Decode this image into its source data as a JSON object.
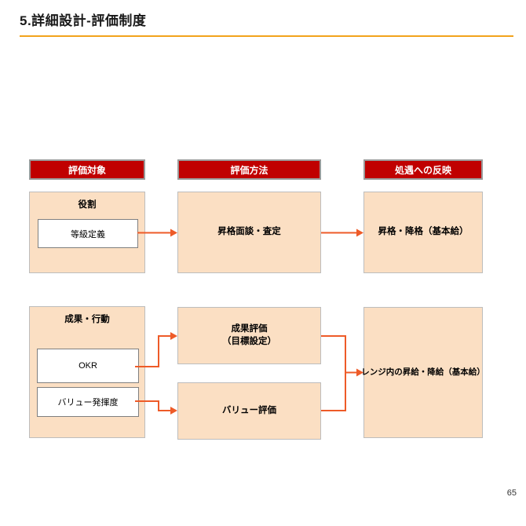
{
  "slide": {
    "title": "5.詳細設計-評価制度",
    "page_number": "65"
  },
  "colors": {
    "header_red": "#C00000",
    "box_beige": "#FBDFC3",
    "arrow_orange": "#EE5B28",
    "title_underline_orange": "#F2A31C",
    "header_border_gray": "#9A9A9A",
    "box_border_gray": "#BDBDBD"
  },
  "columns": [
    {
      "header": "評価対象"
    },
    {
      "header": "評価方法"
    },
    {
      "header": "処遇への反映"
    }
  ],
  "flow_row1": {
    "group_label": "役割",
    "input_item": "等級定義",
    "method": "昇格面談・査定",
    "outcome": "昇格・降格（基本給）"
  },
  "flow_row2": {
    "group_label": "成果・行動",
    "input_items": [
      "OKR",
      "バリュー発揮度"
    ],
    "method_top_line1": "成果評価",
    "method_top_line2": "（目標設定）",
    "method_bottom": "バリュー評価",
    "outcome": "レンジ内の昇給・降給（基本給）"
  }
}
